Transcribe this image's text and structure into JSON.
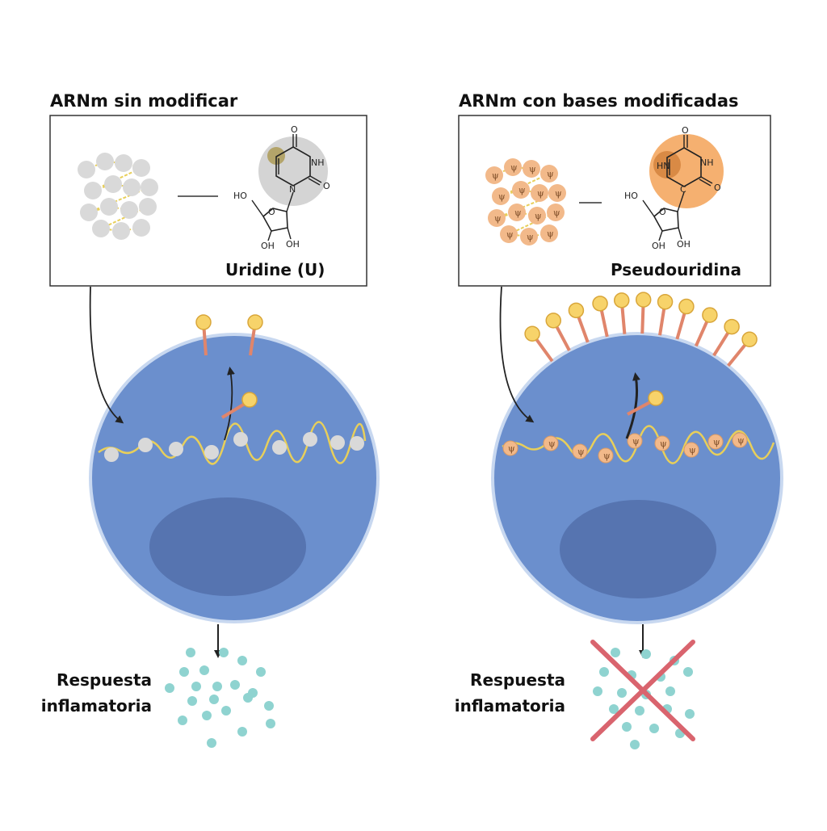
{
  "left": {
    "title": "ARNm sin modificar",
    "molecule_name": "Uridine (U)",
    "chem": {
      "nh": "NH",
      "n": "N",
      "o1": "O",
      "o2": "O",
      "ho": "HO",
      "oh1": "OH",
      "oh2": "OH",
      "o_ring": "O"
    },
    "response_label": [
      "Respuesta",
      "inflamatoria"
    ],
    "colors": {
      "nucleotide": "#d9d9d9",
      "highlight": "#c9c9c9"
    }
  },
  "right": {
    "title": "ARNm con bases modificadas",
    "molecule_name": "Pseudouridina",
    "symbol": "ψ",
    "chem": {
      "hn": "HN",
      "nh": "NH",
      "c": "C",
      "o1": "O",
      "o2": "O",
      "ho": "HO",
      "oh1": "OH",
      "oh2": "OH",
      "o_ring": "O"
    },
    "response_label": [
      "Respuesta",
      "inflamatoria"
    ],
    "colors": {
      "nucleotide": "#f2b98a",
      "highlight": "#f5a863"
    }
  },
  "colors": {
    "cell": "#6b8fcd",
    "nucleus": "#5674b0",
    "membrane": "#c8d8f0",
    "strand": "#e8cf5a",
    "receptor_stem": "#e0856b",
    "receptor_head": "#f7d36a",
    "cytokine": "#8fd3d0",
    "cross": "#d9646e",
    "text": "#111111"
  }
}
